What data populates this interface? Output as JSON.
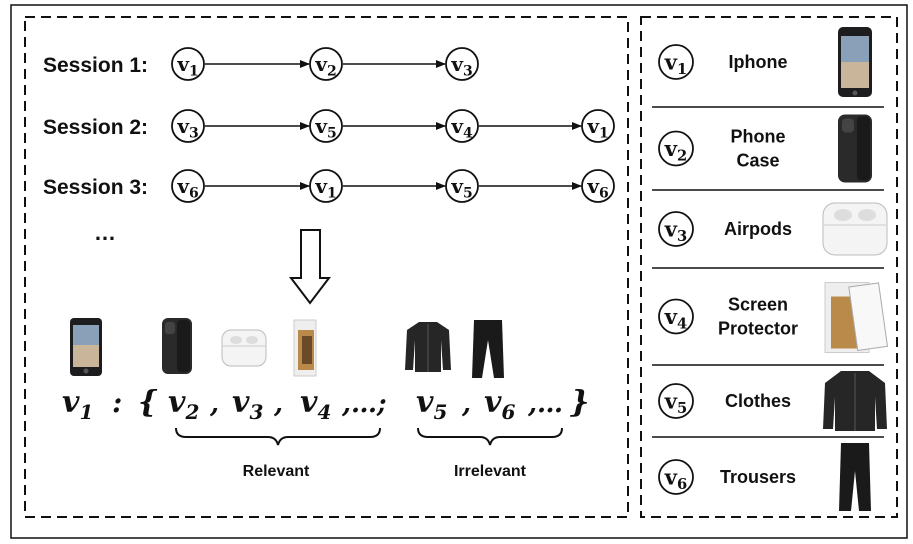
{
  "sessions": [
    {
      "label": "Session 1:",
      "items": [
        "1",
        "2",
        "3"
      ]
    },
    {
      "label": "Session 2:",
      "items": [
        "3",
        "5",
        "4",
        "1"
      ]
    },
    {
      "label": "Session 3:",
      "items": [
        "6",
        "1",
        "5",
        "6"
      ]
    }
  ],
  "ellipsis": "…",
  "node_letter": "v",
  "formula": {
    "lhs_var": "v",
    "lhs_sub": "1",
    "colon": ":",
    "open": "{",
    "relevant": [
      {
        "var": "v",
        "sub": "2"
      },
      {
        "var": "v",
        "sub": "3"
      },
      {
        "var": "v",
        "sub": "4"
      }
    ],
    "relevant_tail": ",…;",
    "irrelevant": [
      {
        "var": "v",
        "sub": "5"
      },
      {
        "var": "v",
        "sub": "6"
      }
    ],
    "irrelevant_tail": ",…",
    "close": "}"
  },
  "brace_labels": {
    "relevant": "Relevant",
    "irrelevant": "Irrelevant"
  },
  "legend": [
    {
      "sub": "1",
      "name_lines": [
        "Iphone"
      ],
      "icon": "iphone-icon"
    },
    {
      "sub": "2",
      "name_lines": [
        "Phone",
        "Case"
      ],
      "icon": "phone-case-icon"
    },
    {
      "sub": "3",
      "name_lines": [
        "Airpods"
      ],
      "icon": "airpods-icon"
    },
    {
      "sub": "4",
      "name_lines": [
        "Screen",
        "Protector"
      ],
      "icon": "screen-protector-icon"
    },
    {
      "sub": "5",
      "name_lines": [
        "Clothes"
      ],
      "icon": "jacket-icon"
    },
    {
      "sub": "6",
      "name_lines": [
        "Trousers"
      ],
      "icon": "trousers-icon"
    }
  ]
}
